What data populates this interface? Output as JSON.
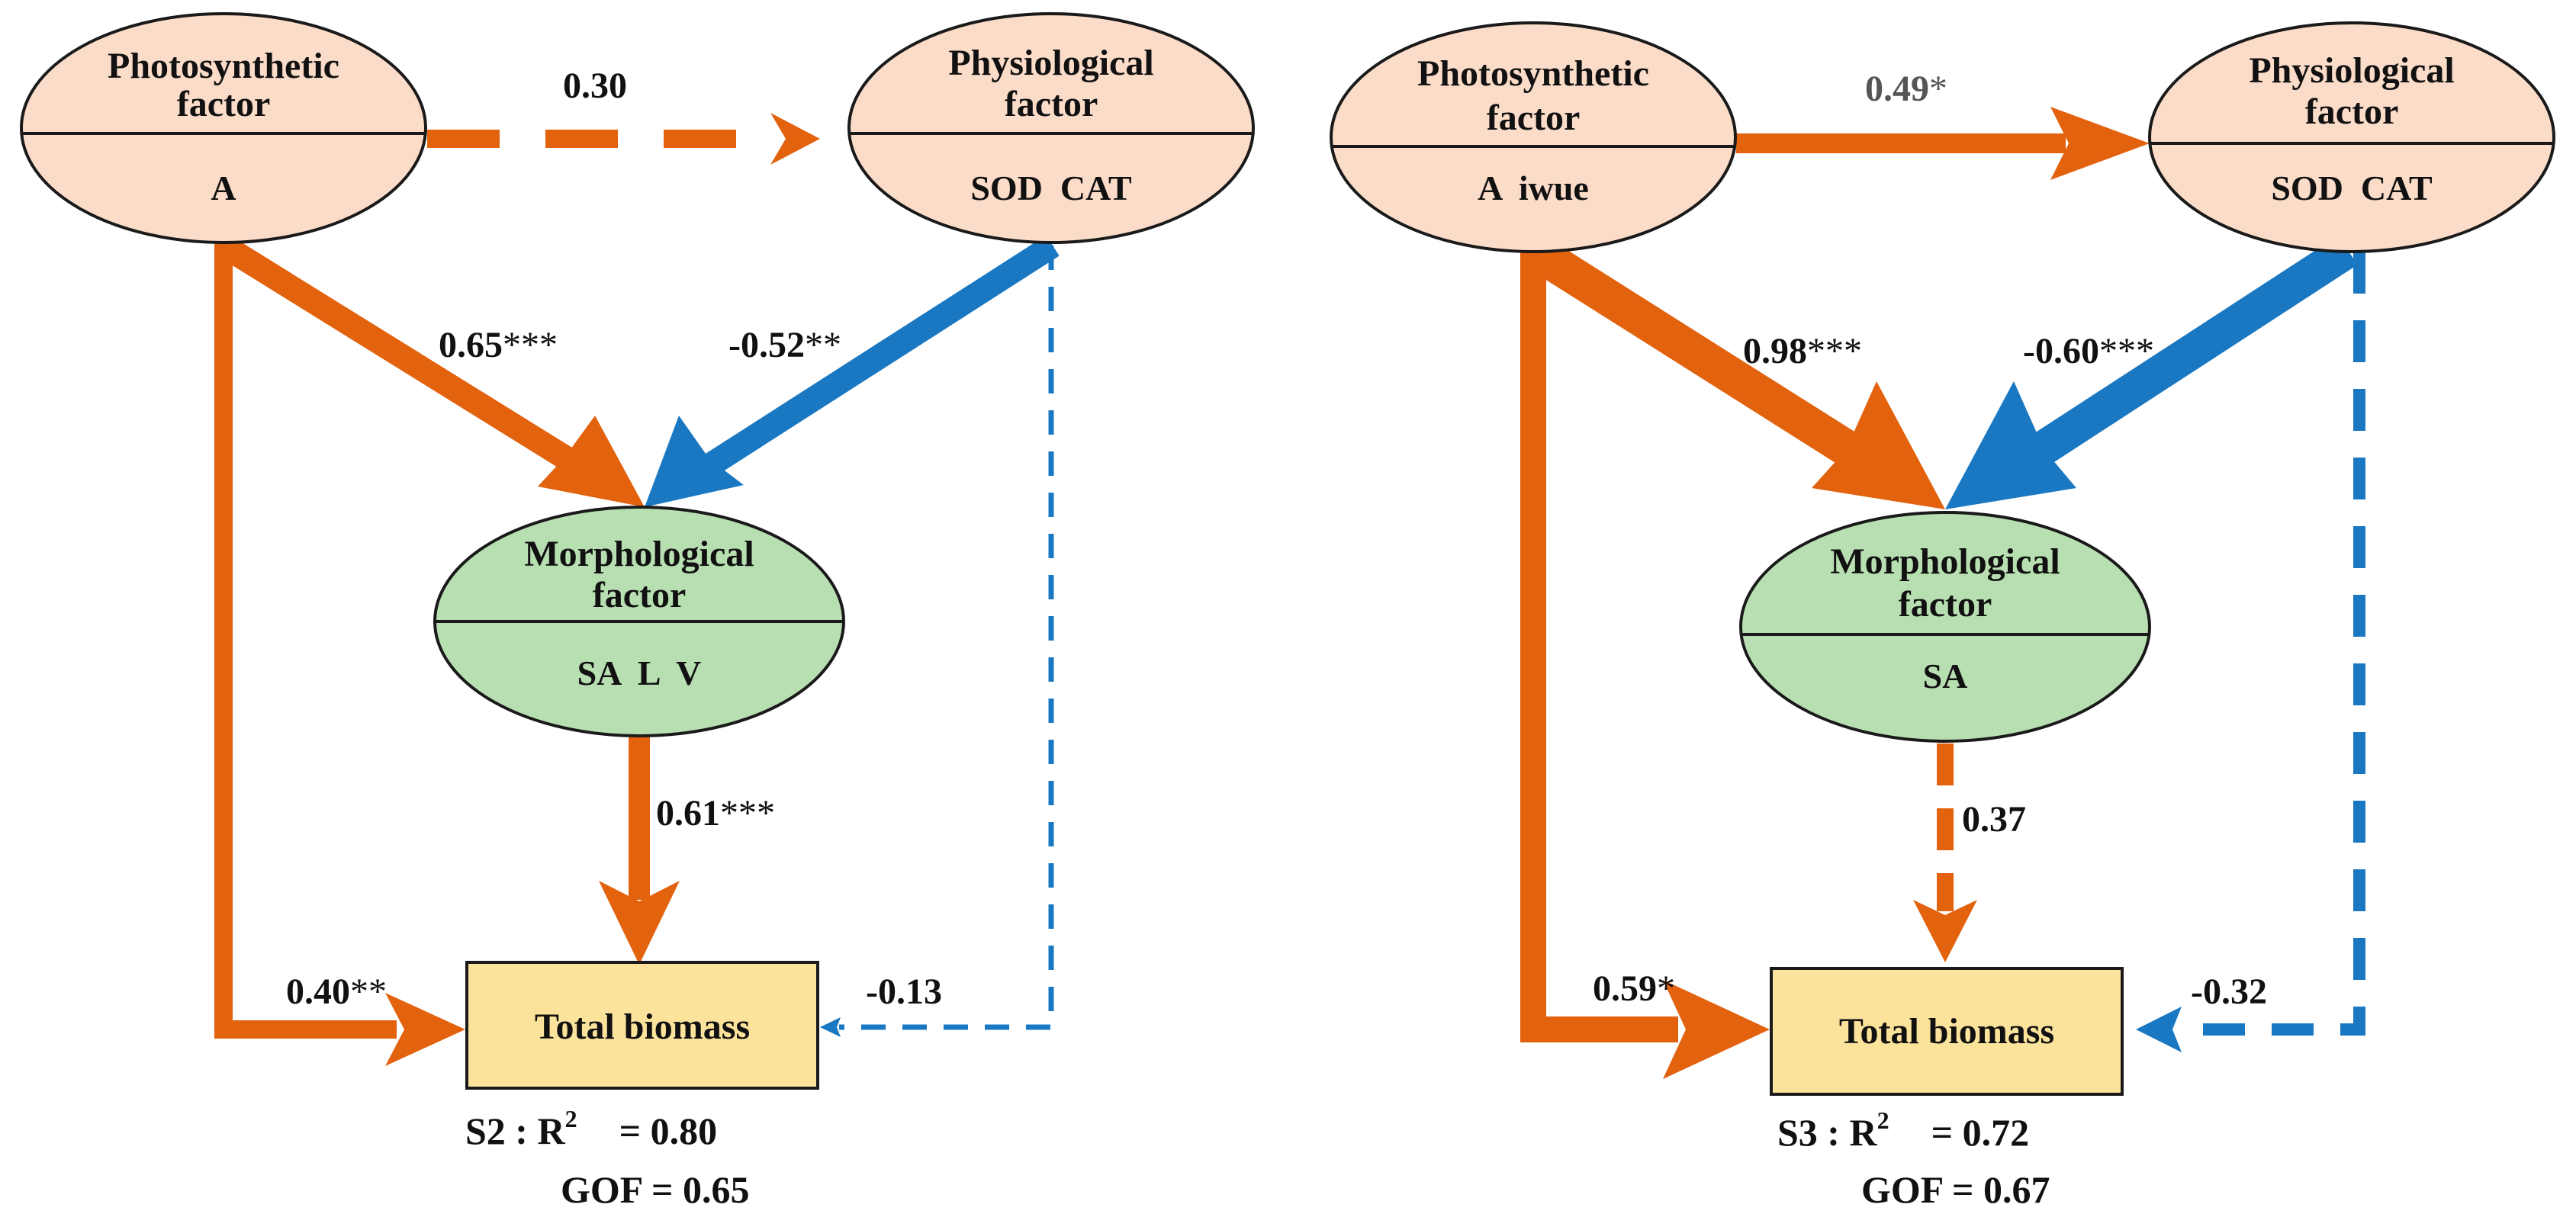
{
  "colors": {
    "positive_path": "#e2620e",
    "negative_path": "#1a78c2",
    "factor_fill": "#fbdcc9",
    "morph_fill": "#b8dfb1",
    "biomass_fill": "#fce39b",
    "outline": "#1a1a1a"
  },
  "left": {
    "photo": {
      "title1": "Photosynthetic",
      "title2": "factor",
      "vars": "A"
    },
    "physio": {
      "title1": "Physiological",
      "title2": "factor",
      "vars": "SOD  CAT"
    },
    "morph": {
      "title1": "Morphological",
      "title2": "factor",
      "vars": "SA  L  V"
    },
    "biomass": "Total biomass",
    "paths": {
      "photo_physio": {
        "value": "0.30",
        "stars": "",
        "significant": false
      },
      "photo_morph": {
        "value": "0.65",
        "stars": "***",
        "significant": true
      },
      "physio_morph": {
        "value": "-0.52",
        "stars": "**",
        "significant": true
      },
      "morph_biomass": {
        "value": "0.61",
        "stars": "***",
        "significant": true
      },
      "photo_biomass": {
        "value": "0.40",
        "stars": "**",
        "significant": true
      },
      "physio_biomass": {
        "value": "-0.13",
        "stars": "",
        "significant": false
      }
    },
    "fit": {
      "prefix": "S2 : R",
      "sup": "2",
      "r2": "= 0.80",
      "gof": "GOF = 0.65"
    }
  },
  "right": {
    "photo": {
      "title1": "Photosynthetic",
      "title2": "factor",
      "vars": "A  iwue"
    },
    "physio": {
      "title1": "Physiological",
      "title2": "factor",
      "vars": "SOD  CAT"
    },
    "morph": {
      "title1": "Morphological",
      "title2": "factor",
      "vars": "SA"
    },
    "biomass": "Total biomass",
    "paths": {
      "photo_physio": {
        "value": "0.49",
        "stars": "*",
        "significant": true
      },
      "photo_morph": {
        "value": "0.98",
        "stars": "***",
        "significant": true
      },
      "physio_morph": {
        "value": "-0.60",
        "stars": "***",
        "significant": true
      },
      "morph_biomass": {
        "value": "0.37",
        "stars": "",
        "significant": false
      },
      "photo_biomass": {
        "value": "0.59",
        "stars": "*",
        "significant": true
      },
      "physio_biomass": {
        "value": "-0.32",
        "stars": "",
        "significant": false
      }
    },
    "fit": {
      "prefix": "S3 : R",
      "sup": "2",
      "r2": "= 0.72",
      "gof": "GOF = 0.67"
    }
  }
}
